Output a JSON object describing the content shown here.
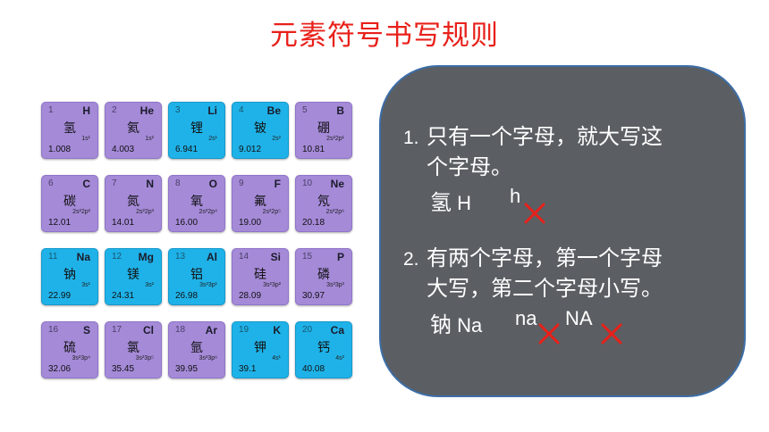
{
  "title": "元素符号书写规则",
  "elements": [
    {
      "num": "1",
      "sym": "H",
      "name": "氢",
      "conf": "1s¹",
      "mass": "1.008",
      "color": "purple"
    },
    {
      "num": "2",
      "sym": "He",
      "name": "氦",
      "conf": "1s²",
      "mass": "4.003",
      "color": "purple"
    },
    {
      "num": "3",
      "sym": "Li",
      "name": "锂",
      "conf": "2s¹",
      "mass": "6.941",
      "color": "blue"
    },
    {
      "num": "4",
      "sym": "Be",
      "name": "铍",
      "conf": "2s²",
      "mass": "9.012",
      "color": "blue"
    },
    {
      "num": "5",
      "sym": "B",
      "name": "硼",
      "conf": "2s²2p¹",
      "mass": "10.81",
      "color": "purple"
    },
    {
      "num": "6",
      "sym": "C",
      "name": "碳",
      "conf": "2s²2p²",
      "mass": "12.01",
      "color": "purple"
    },
    {
      "num": "7",
      "sym": "N",
      "name": "氮",
      "conf": "2s²2p³",
      "mass": "14.01",
      "color": "purple"
    },
    {
      "num": "8",
      "sym": "O",
      "name": "氧",
      "conf": "2s²2p⁴",
      "mass": "16.00",
      "color": "purple"
    },
    {
      "num": "9",
      "sym": "F",
      "name": "氟",
      "conf": "2s²2p⁵",
      "mass": "19.00",
      "color": "purple"
    },
    {
      "num": "10",
      "sym": "Ne",
      "name": "氖",
      "conf": "2s²2p⁶",
      "mass": "20.18",
      "color": "purple"
    },
    {
      "num": "11",
      "sym": "Na",
      "name": "钠",
      "conf": "3s¹",
      "mass": "22.99",
      "color": "blue"
    },
    {
      "num": "12",
      "sym": "Mg",
      "name": "镁",
      "conf": "3s²",
      "mass": "24.31",
      "color": "blue"
    },
    {
      "num": "13",
      "sym": "Al",
      "name": "铝",
      "conf": "3s²3p¹",
      "mass": "26.98",
      "color": "blue"
    },
    {
      "num": "14",
      "sym": "Si",
      "name": "硅",
      "conf": "3s²3p²",
      "mass": "28.09",
      "color": "purple"
    },
    {
      "num": "15",
      "sym": "P",
      "name": "磷",
      "conf": "3s²3p³",
      "mass": "30.97",
      "color": "purple"
    },
    {
      "num": "16",
      "sym": "S",
      "name": "硫",
      "conf": "3s²3p⁴",
      "mass": "32.06",
      "color": "purple"
    },
    {
      "num": "17",
      "sym": "Cl",
      "name": "氯",
      "conf": "3s²3p⁵",
      "mass": "35.45",
      "color": "purple"
    },
    {
      "num": "18",
      "sym": "Ar",
      "name": "氩",
      "conf": "3s²3p⁶",
      "mass": "39.95",
      "color": "purple"
    },
    {
      "num": "19",
      "sym": "K",
      "name": "钾",
      "conf": "4s¹",
      "mass": "39.1",
      "color": "blue"
    },
    {
      "num": "20",
      "sym": "Ca",
      "name": "钙",
      "conf": "4s²",
      "mass": "40.08",
      "color": "blue"
    }
  ],
  "rules": [
    {
      "number": "1.",
      "line1": "只有一个字母，就大写这",
      "line2": "个字母。",
      "example_name": "氢",
      "example_correct": "H",
      "example_wrong": [
        "h"
      ]
    },
    {
      "number": "2.",
      "line1": "有两个字母，第一个字母",
      "line2": "大写，第二个字母小写。",
      "example_name": "钠",
      "example_correct": "Na",
      "example_wrong": [
        "na",
        "NA"
      ]
    }
  ],
  "colors": {
    "title": "#e8201a",
    "tile_purple": "#a58ad8",
    "tile_blue": "#1fb2e8",
    "panel": "#5b5f63",
    "panel_border": "#3d6ea8",
    "cross": "#e8201a"
  },
  "icons": {
    "wrong_mark": "cross-icon"
  }
}
